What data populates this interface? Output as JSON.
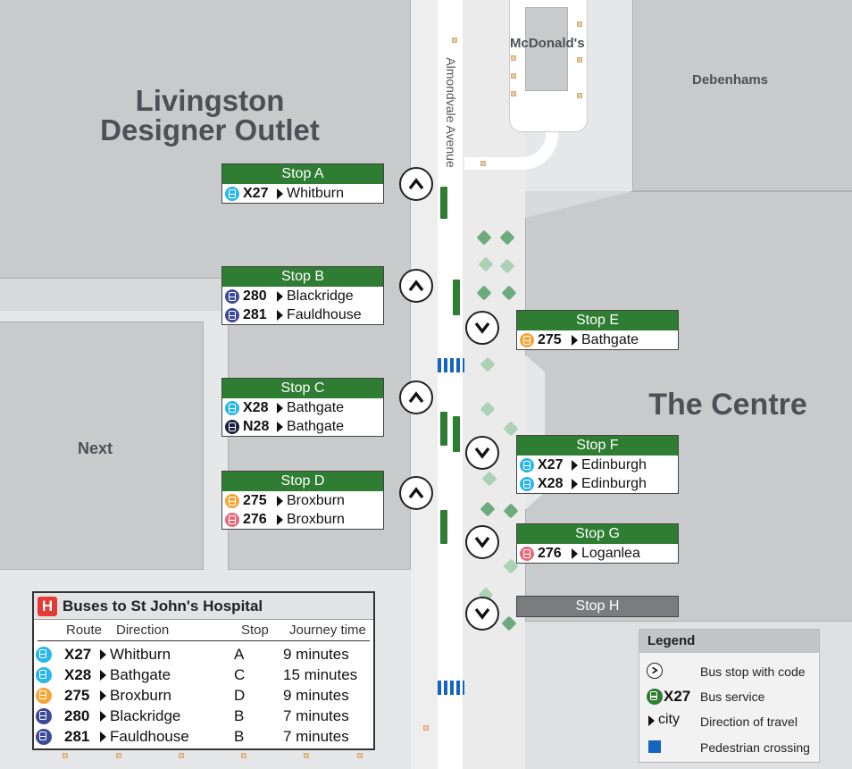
{
  "buildings": {
    "outlet": {
      "line1": "Livingston",
      "line2": "Designer Outlet"
    },
    "mcdonalds": "McDonald's",
    "debenhams": "Debenhams",
    "centre": "The Centre",
    "next": "Next"
  },
  "street": "Almondvale Avenue",
  "stops": {
    "a": {
      "name": "Stop A",
      "routes": [
        {
          "num": "X27",
          "dest": "Whitburn",
          "color": "#29b6e8"
        }
      ]
    },
    "b": {
      "name": "Stop B",
      "routes": [
        {
          "num": "280",
          "dest": "Blackridge",
          "color": "#3d4a96"
        },
        {
          "num": "281",
          "dest": "Fauldhouse",
          "color": "#3d4a96"
        }
      ]
    },
    "c": {
      "name": "Stop C",
      "routes": [
        {
          "num": "X28",
          "dest": "Bathgate",
          "color": "#29b6e8"
        },
        {
          "num": "N28",
          "dest": "Bathgate",
          "color": "#1b2140"
        }
      ]
    },
    "d": {
      "name": "Stop D",
      "routes": [
        {
          "num": "275",
          "dest": "Broxburn",
          "color": "#f5a53a"
        },
        {
          "num": "276",
          "dest": "Broxburn",
          "color": "#e86a7a"
        }
      ]
    },
    "e": {
      "name": "Stop E",
      "routes": [
        {
          "num": "275",
          "dest": "Bathgate",
          "color": "#f5a53a"
        }
      ]
    },
    "f": {
      "name": "Stop F",
      "routes": [
        {
          "num": "X27",
          "dest": "Edinburgh",
          "color": "#29b6e8"
        },
        {
          "num": "X28",
          "dest": "Edinburgh",
          "color": "#29b6e8"
        }
      ]
    },
    "g": {
      "name": "Stop G",
      "routes": [
        {
          "num": "276",
          "dest": "Loganlea",
          "color": "#e86a7a"
        }
      ]
    },
    "h": {
      "name": "Stop H"
    }
  },
  "hospital": {
    "icon": "H",
    "title": "Buses to St John's Hospital",
    "headers": {
      "route": "Route",
      "direction": "Direction",
      "stop": "Stop",
      "time": "Journey time"
    },
    "rows": [
      {
        "num": "X27",
        "dest": "Whitburn",
        "stop": "A",
        "time": "9 minutes",
        "color": "#29b6e8"
      },
      {
        "num": "X28",
        "dest": "Bathgate",
        "stop": "C",
        "time": "15 minutes",
        "color": "#29b6e8"
      },
      {
        "num": "275",
        "dest": "Broxburn",
        "stop": "D",
        "time": "9 minutes",
        "color": "#f5a53a"
      },
      {
        "num": "280",
        "dest": "Blackridge",
        "stop": "B",
        "time": "7 minutes",
        "color": "#3d4a96"
      },
      {
        "num": "281",
        "dest": "Fauldhouse",
        "stop": "B",
        "time": "7 minutes",
        "color": "#3d4a96"
      }
    ]
  },
  "legend": {
    "title": "Legend",
    "sample_route": "X27",
    "sample_dir": "city",
    "stop_code": "Bus stop with code",
    "service": "Bus service",
    "direction": "Direction of travel",
    "crossing": "Pedestrian crossing",
    "service_color": "#2e7d32",
    "crossing_color": "#1565c0"
  }
}
